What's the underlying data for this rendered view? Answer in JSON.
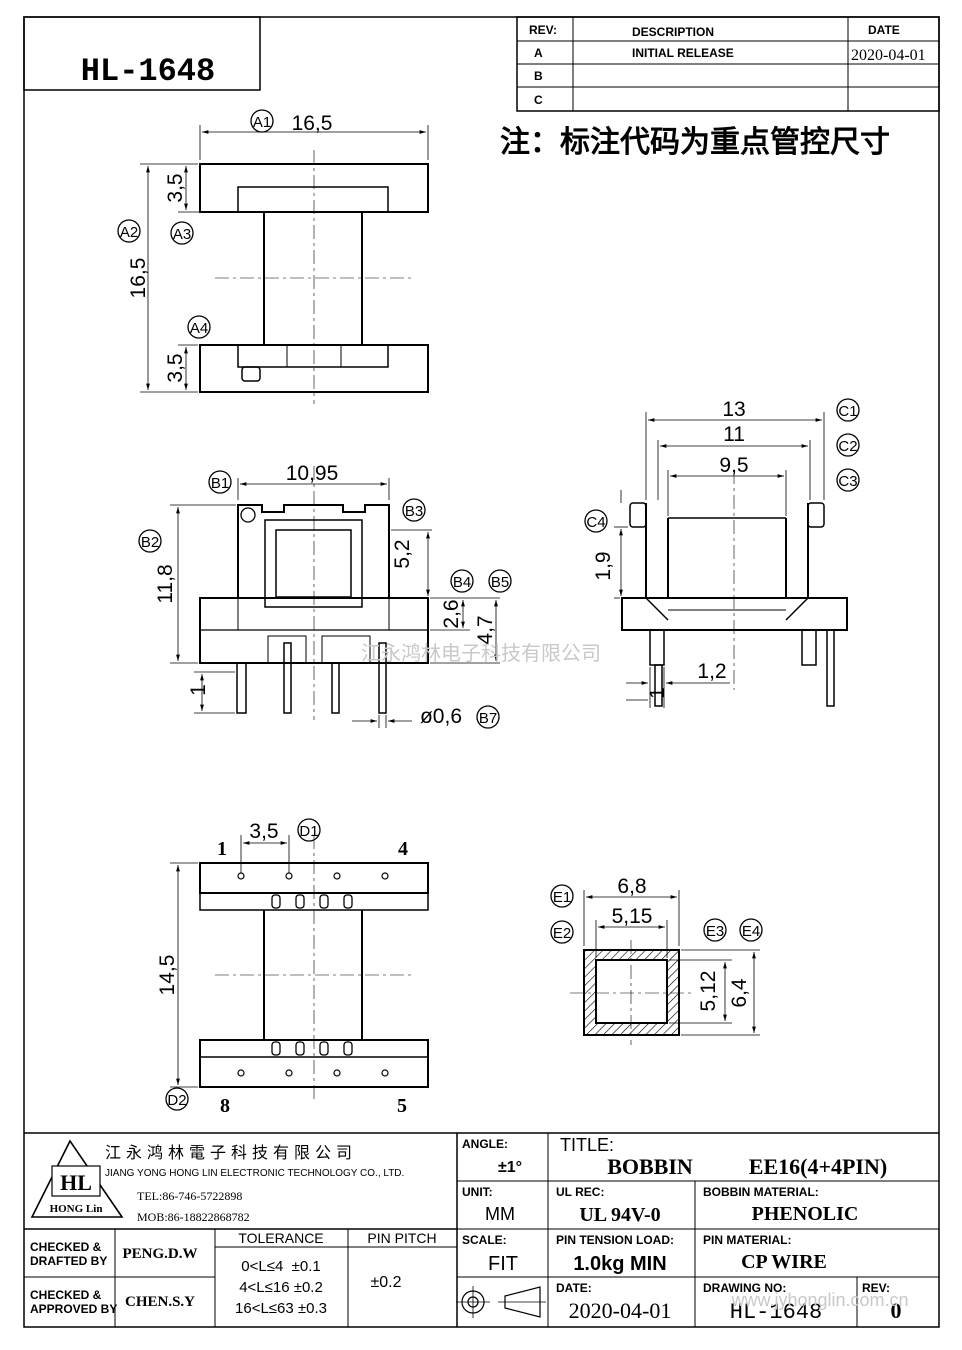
{
  "drawing_id": "HL-1648",
  "revisions": {
    "headers": {
      "rev": "REV:",
      "description": "DESCRIPTION",
      "date": "DATE"
    },
    "rows": [
      {
        "rev": "A",
        "description": "INITIAL RELEASE",
        "date": "2020-04-01"
      },
      {
        "rev": "B",
        "description": "",
        "date": ""
      },
      {
        "rev": "C",
        "description": "",
        "date": ""
      }
    ]
  },
  "note": "注：标注代码为重点管控尺寸",
  "watermark": "江永鸿林电子科技有限公司",
  "views": {
    "top": {
      "dims": {
        "a1": "16,5",
        "a2": "16,5",
        "a3_top": "3,5",
        "a4_bottom": "3,5"
      },
      "codes": {
        "a1": "A1",
        "a2": "A2",
        "a3": "A3",
        "a4": "A4"
      }
    },
    "front": {
      "dims": {
        "b1": "10,95",
        "b2": "11,8",
        "b3": "5,2",
        "b4": "2,6",
        "b5": "4,7",
        "pin_len": "1",
        "b7": "ø0,6"
      },
      "codes": {
        "b1": "B1",
        "b2": "B2",
        "b3": "B3",
        "b4": "B4",
        "b5": "B5",
        "b7": "B7"
      }
    },
    "side": {
      "dims": {
        "c1": "13",
        "c2": "11",
        "c3": "9,5",
        "c4": "1,9",
        "pin_w": "1,2",
        "pin_gap": "1"
      },
      "codes": {
        "c1": "C1",
        "c2": "C2",
        "c3": "C3",
        "c4": "C4"
      }
    },
    "bottom": {
      "dims": {
        "d1": "3,5",
        "d2": "14,5"
      },
      "codes": {
        "d1": "D1",
        "d2": "D2"
      },
      "pins": {
        "p1": "1",
        "p4": "4",
        "p8": "8",
        "p5": "5"
      }
    },
    "section": {
      "dims": {
        "e1": "6,8",
        "e2": "5,15",
        "e3": "5,12",
        "e4": "6,4"
      },
      "codes": {
        "e1": "E1",
        "e2": "E2",
        "e3": "E3",
        "e4": "E4"
      }
    }
  },
  "title_block": {
    "company_cn": "江永鸿林電子科技有限公司",
    "company_en": "JIANG YONG HONG LIN ELECTRONIC TECHNOLOGY CO., LTD.",
    "logo_text": "HL",
    "logo_sub": "HONG Lin",
    "tel": "TEL:86-746-5722898",
    "mob": "MOB:86-18822868782",
    "angle_label": "ANGLE:",
    "angle_value": "±1°",
    "title_label": "TITLE:",
    "title_part": "BOBBIN",
    "title_value": "EE16(4+4PIN)",
    "unit_label": "UNIT:",
    "unit_value": "MM",
    "ul_label": "UL REC:",
    "ul_value": "UL 94V-0",
    "bobbin_material_label": "BOBBIN MATERIAL:",
    "bobbin_material_value": "PHENOLIC",
    "checked_drafted_label_1": "CHECKED &",
    "checked_drafted_label_2": "DRAFTED BY",
    "checked_drafted_value": "PENG.D.W",
    "checked_approved_label_1": "CHECKED &",
    "checked_approved_label_2": "APPROVED BY",
    "checked_approved_value": "CHEN.S.Y",
    "tolerance_label": "TOLERANCE",
    "tolerance_rows": [
      "0<L≤4  ±0.1",
      "4<L≤16 ±0.2",
      "16<L≤63 ±0.3"
    ],
    "pin_pitch_label": "PIN PITCH",
    "pin_pitch_value": "±0.2",
    "scale_label": "SCALE:",
    "scale_value": "FIT",
    "pin_tension_label": "PIN TENSION LOAD:",
    "pin_tension_value": "1.0kg MIN",
    "pin_material_label": "PIN MATERIAL:",
    "pin_material_value": "CP WIRE",
    "date_label": "DATE:",
    "date_value": "2020-04-01",
    "drawing_no_label": "DRAWING NO:",
    "drawing_no_value": "HL-1648",
    "rev_label": "REV:",
    "rev_value": "0",
    "website": "www.jyhonglin.com.cn"
  }
}
